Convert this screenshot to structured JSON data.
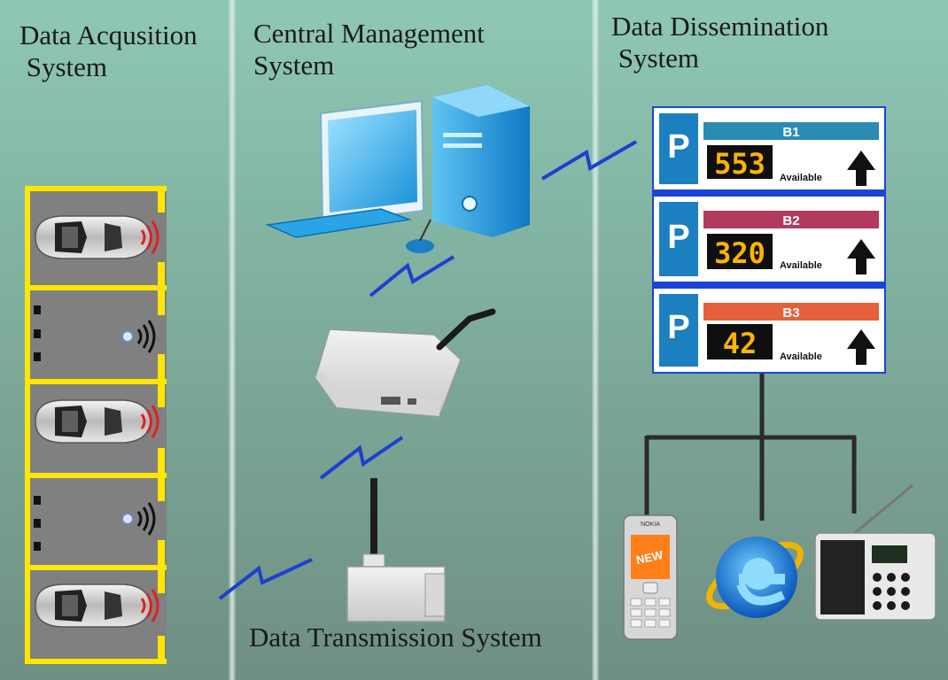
{
  "columns": {
    "acquisition": "Data Acqusition\n System",
    "central": "Central Management\nSystem",
    "dissemination": "Data Dissemination\n System"
  },
  "transmission_label": "Data Transmission System",
  "signs": [
    {
      "level": "B1",
      "count": "553",
      "status": "Available",
      "color": "#2b8bb5"
    },
    {
      "level": "B2",
      "count": "320",
      "status": "Available",
      "color": "#b23a5e"
    },
    {
      "level": "B3",
      "count": "42",
      "status": "Available",
      "color": "#e5603d"
    }
  ],
  "phone": {
    "brand": "NOKIA",
    "screen": "NEW"
  },
  "colors": {
    "wireless": "#1f3fd0",
    "parking_lines": "#ffe600",
    "connector": "#2b2b2b"
  }
}
